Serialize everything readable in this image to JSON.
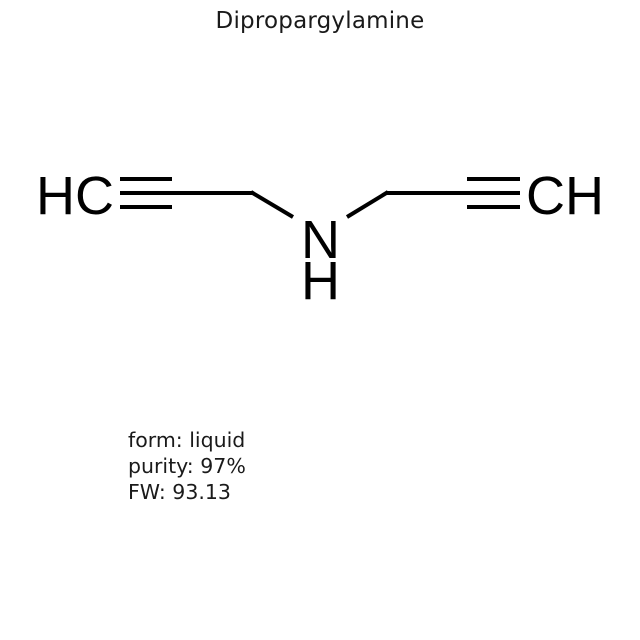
{
  "title": "Dipropargylamine",
  "structure": {
    "atoms": {
      "left_terminal": "HC",
      "right_terminal": "CH",
      "nitrogen": "N",
      "nitrogen_hydrogen": "H"
    },
    "bonds": [
      {
        "id": "left-triple",
        "type": "triple",
        "from": "HC",
        "to": "CH2-left"
      },
      {
        "id": "left-ch2-single",
        "type": "single",
        "from": "C-left",
        "to": "CH2-left"
      },
      {
        "id": "left-to-n",
        "type": "single",
        "from": "CH2-left",
        "to": "N"
      },
      {
        "id": "n-to-right",
        "type": "single",
        "from": "N",
        "to": "CH2-right"
      },
      {
        "id": "right-ch2-single",
        "type": "single",
        "from": "CH2-right",
        "to": "C-right"
      },
      {
        "id": "right-triple",
        "type": "triple",
        "from": "C-right",
        "to": "CH"
      }
    ],
    "line_color": "#000000"
  },
  "properties": {
    "form": "form: liquid",
    "purity": "purity: 97%",
    "fw": "FW: 93.13"
  }
}
